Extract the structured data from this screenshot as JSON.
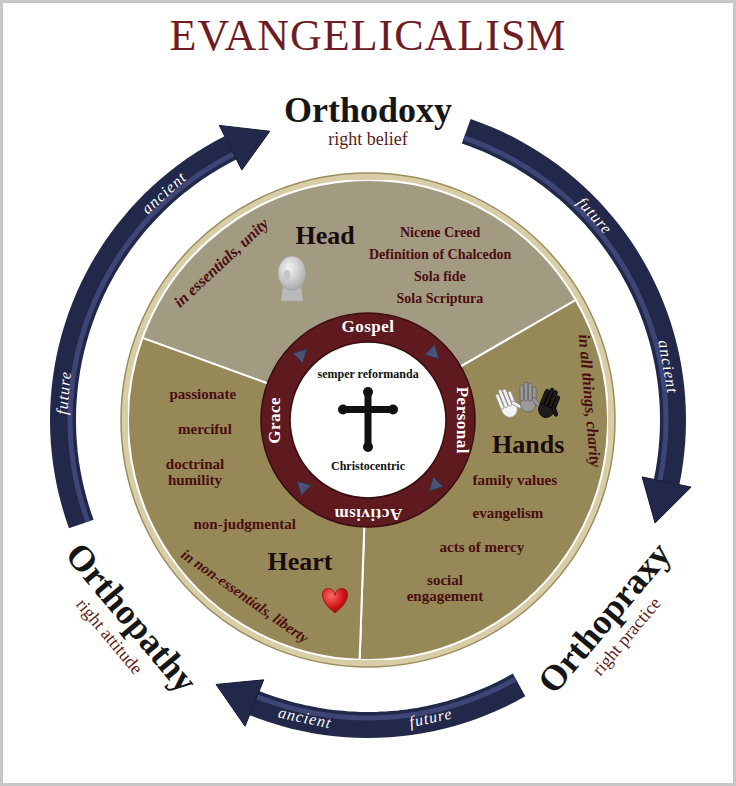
{
  "diagram": {
    "title": "EVANGELICALISM",
    "nodes": [
      {
        "text": [
          "Orthodoxy",
          "right belief"
        ]
      },
      {
        "text": [
          "Orthopraxy",
          "right practice"
        ]
      },
      {
        "text": [
          "Orthopathy",
          "right attitude"
        ]
      },
      {
        "text": [
          "Head",
          "Nicene Creed",
          "Definition of Chalcedon",
          "Sola fide",
          "Sola Scriptura"
        ]
      },
      {
        "text": [
          "Hands",
          "family values",
          "evangelism",
          "acts of mercy",
          "social engagement"
        ]
      },
      {
        "text": [
          "passionate",
          "merciful",
          "doctrinal humility",
          "non-judgmental",
          "Heart"
        ]
      },
      {
        "text": [
          "Gospel",
          "Personal",
          "Activism",
          "Grace"
        ]
      },
      {
        "text": [
          "semper reformanda",
          "Christocentric"
        ],
        "in": 6
      }
    ],
    "edges": [
      {
        "from": 0,
        "to": 1,
        "arrow": "to"
      },
      {
        "from": 1,
        "to": 2,
        "arrow": "to"
      },
      {
        "from": 2,
        "to": 0,
        "arrow": "to"
      }
    ],
    "labels": [
      "ancient",
      "future",
      "in essentials, unity",
      "ancient",
      "in all things, charity",
      "future",
      "in non-essentials, liberty",
      "future",
      "ancient"
    ]
  }
}
